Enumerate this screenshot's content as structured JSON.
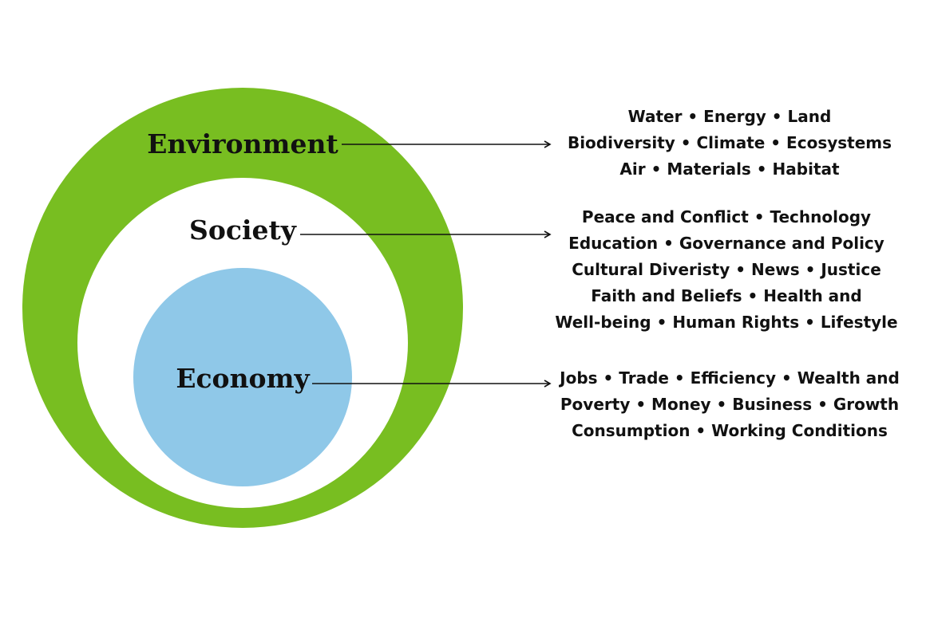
{
  "colors": {
    "environment": "#78be21",
    "society": "#ffffff",
    "economy": "#8fc8e8",
    "text": "#111111",
    "connector": "#111111"
  },
  "diagram": {
    "environment": {
      "label": "Environment",
      "items": [
        "Water • Energy • Land",
        "Biodiversity • Climate • Ecosystems",
        "Air • Materials • Habitat"
      ]
    },
    "society": {
      "label": "Society",
      "items": [
        "Peace and Conflict • Technology",
        "Education • Governance and Policy",
        "Cultural Diveristy • News • Justice",
        "Faith and Beliefs • Health and",
        "Well-being • Human Rights • Lifestyle"
      ]
    },
    "economy": {
      "label": "Economy",
      "items": [
        "Jobs • Trade • Efficiency • Wealth and",
        "Poverty • Money • Business • Growth",
        "Consumption • Working Conditions"
      ]
    }
  }
}
